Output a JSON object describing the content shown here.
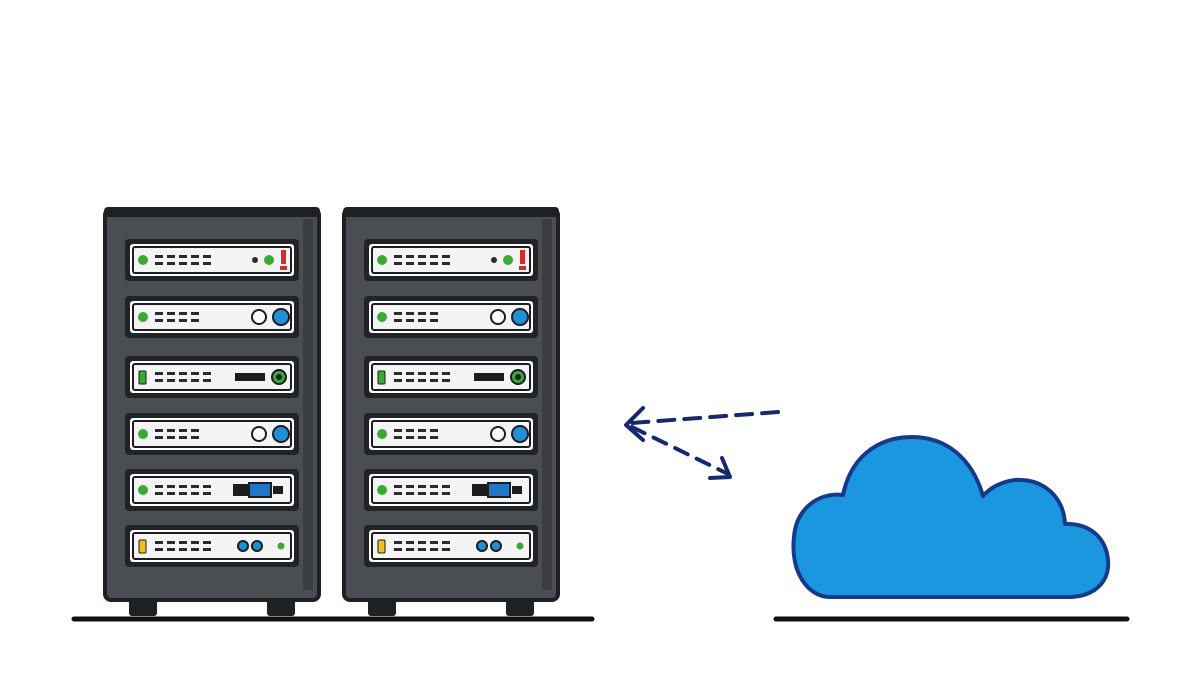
{
  "colors": {
    "background": "#ffffff",
    "rack_body": "#4a4d52",
    "rack_outline": "#1f2023",
    "bay_face": "#ffffff",
    "bay_inner": "#f4f4f4",
    "led_green": "#3aaa35",
    "led_red": "#d82a2a",
    "led_blue": "#1f8fd8",
    "led_yellow": "#f0c020",
    "display_blue": "#1f77c8",
    "cloud_fill": "#1b97e0",
    "cloud_outline": "#163a8a",
    "arrow": "#16286e",
    "ground": "#111111"
  },
  "racks": [
    {
      "name": "server-rack-1",
      "bays": [
        {
          "type": "power",
          "leds": [
            "green"
          ],
          "status": [
            "green"
          ],
          "alert": "red"
        },
        {
          "type": "drive",
          "leds": [
            "green"
          ],
          "buttons": [
            "white",
            "blue"
          ]
        },
        {
          "type": "module",
          "leds": [
            "green"
          ],
          "status": [
            "green-ring"
          ]
        },
        {
          "type": "drive",
          "leds": [
            "green"
          ],
          "buttons": [
            "white",
            "blue"
          ]
        },
        {
          "type": "display",
          "leds": [
            "green"
          ],
          "screen": "blue"
        },
        {
          "type": "io",
          "leds": [
            "yellow"
          ],
          "buttons": [
            "blue",
            "blue"
          ],
          "status": [
            "green"
          ]
        }
      ]
    },
    {
      "name": "server-rack-2",
      "bays": [
        {
          "type": "power",
          "leds": [
            "green"
          ],
          "status": [
            "green"
          ],
          "alert": "red"
        },
        {
          "type": "drive",
          "leds": [
            "green"
          ],
          "buttons": [
            "white",
            "blue"
          ]
        },
        {
          "type": "module",
          "leds": [
            "green"
          ],
          "status": [
            "green-ring"
          ]
        },
        {
          "type": "drive",
          "leds": [
            "green"
          ],
          "buttons": [
            "white",
            "blue"
          ]
        },
        {
          "type": "display",
          "leds": [
            "green"
          ],
          "screen": "blue"
        },
        {
          "type": "io",
          "leds": [
            "yellow"
          ],
          "buttons": [
            "blue",
            "blue"
          ],
          "status": [
            "green"
          ]
        }
      ]
    }
  ],
  "icons": {
    "cloud": "cloud-icon",
    "arrows": "dashed-double-arrow-icon"
  }
}
